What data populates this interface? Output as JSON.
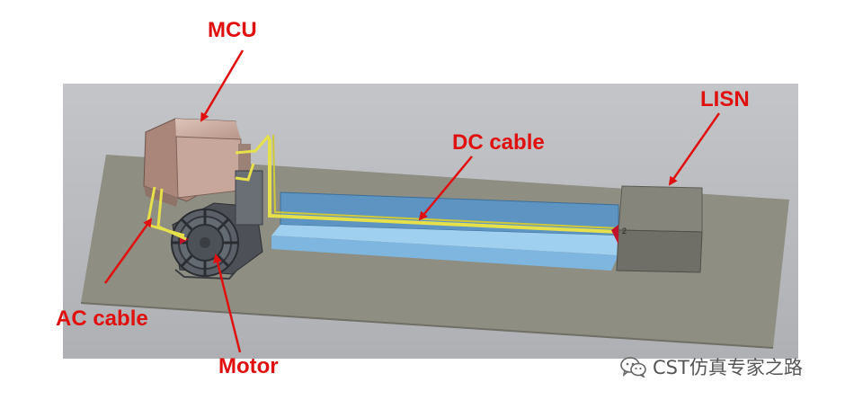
{
  "labels": {
    "mcu": "MCU",
    "lisn": "LISN",
    "dc_cable": "DC cable",
    "ac_cable": "AC cable",
    "motor": "Motor"
  },
  "port_marker": "2",
  "watermark": {
    "text": "CST仿真专家之路",
    "icon": "wechat-icon"
  },
  "colors": {
    "label": "#e0100f",
    "arrow": "#e0100f",
    "cable": "#e6e04a",
    "background_panel": "#b9bbbf",
    "ground_plane": "#8e8e82",
    "cable_tray": "#7fb6df",
    "lisn_box": "#6f6f68",
    "mcu_housing": "#c7a79b",
    "motor_body": "#4d5157"
  }
}
